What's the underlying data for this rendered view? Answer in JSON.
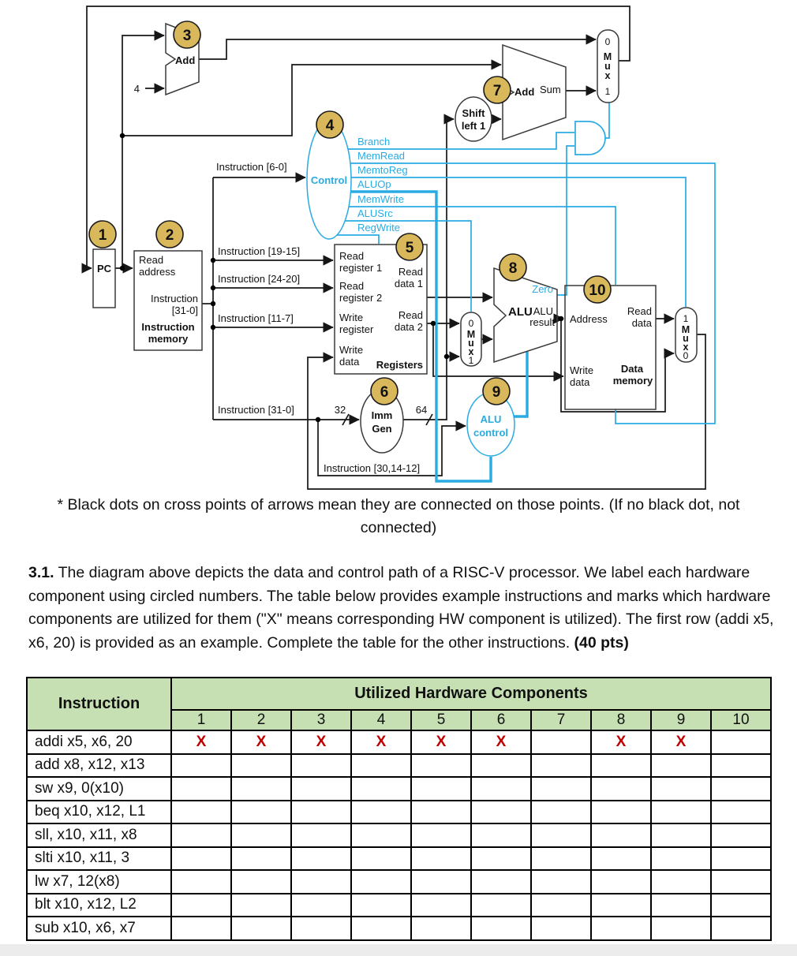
{
  "diagram": {
    "badges": [
      "1",
      "2",
      "3",
      "4",
      "5",
      "6",
      "7",
      "8",
      "9",
      "10"
    ],
    "signals": [
      "Branch",
      "MemRead",
      "MemtoReg",
      "ALUOp",
      "MemWrite",
      "ALUSrc",
      "RegWrite"
    ],
    "mux_top": [
      "0",
      "M",
      "u",
      "x",
      "1"
    ],
    "mux_mid": [
      "0",
      "M",
      "u",
      "x",
      "1"
    ],
    "mux_right": [
      "1",
      "M",
      "u",
      "x",
      "0"
    ],
    "labels": {
      "pc": "PC",
      "add": "Add",
      "four": "4",
      "add2": "Add",
      "sum": "Sum",
      "shift1": "Shift",
      "shift2": "left 1",
      "control": "Control",
      "imem_read": "Read",
      "imem_address": "address",
      "imem_instr": "Instruction",
      "imem_bits": "[31-0]",
      "imem_name1": "Instruction",
      "imem_name2": "memory",
      "reg_rr1a": "Read",
      "reg_rr1b": "register 1",
      "reg_rd1a": "Read",
      "reg_rd1b": "data 1",
      "reg_rr2a": "Read",
      "reg_rr2b": "register 2",
      "reg_wra": "Write",
      "reg_wrb": "register",
      "reg_rd2a": "Read",
      "reg_rd2b": "data 2",
      "reg_wda": "Write",
      "reg_wdb": "data",
      "reg_name": "Registers",
      "imm1": "Imm",
      "imm2": "Gen",
      "w32": "32",
      "w64": "64",
      "alu_big": "ALU",
      "zero": "Zero",
      "alu_res1": "ALU",
      "alu_res2": "result",
      "aluctl1": "ALU",
      "aluctl2": "control",
      "dm_addr": "Address",
      "dm_rd1": "Read",
      "dm_rd2": "data",
      "dm_wd1": "Write",
      "dm_wd2": "data",
      "dm_name1": "Data",
      "dm_name2": "memory",
      "bus60": "Instruction [6-0]",
      "bus1915": "Instruction [19-15]",
      "bus2420": "Instruction [24-20]",
      "bus117": "Instruction [11-7]",
      "bus310": "Instruction [31-0]",
      "bus301412": "Instruction [30,14-12]"
    },
    "colors": {
      "control_signal": "#29abe2",
      "badge_fill": "#d9b85c"
    }
  },
  "note": {
    "text": "* Black dots on cross points of arrows mean they are connected on those points. (If no black dot, not connected)"
  },
  "question": {
    "number": "3.1.",
    "body": "The diagram above depicts the data and control path of a RISC-V processor. We label each hardware component using circled numbers. The table below provides example instructions and marks which hardware components are utilized for them (\"X\" means corresponding HW component is utilized). The first row (addi x5, x6, 20) is provided as an example. Complete the table for the other instructions.",
    "points": "(40 pts)"
  },
  "table": {
    "header": {
      "instruction": "Instruction",
      "group": "Utilized Hardware Components",
      "columns": [
        "1",
        "2",
        "3",
        "4",
        "5",
        "6",
        "7",
        "8",
        "9",
        "10"
      ]
    },
    "mark_color": "#c00000",
    "header_bg": "#c6e0b4",
    "rows": [
      {
        "instruction": "addi x5, x6, 20",
        "marks": [
          "X",
          "X",
          "X",
          "X",
          "X",
          "X",
          "",
          "X",
          "X",
          ""
        ]
      },
      {
        "instruction": "add x8, x12, x13",
        "marks": [
          "",
          "",
          "",
          "",
          "",
          "",
          "",
          "",
          "",
          ""
        ]
      },
      {
        "instruction": "sw x9, 0(x10)",
        "marks": [
          "",
          "",
          "",
          "",
          "",
          "",
          "",
          "",
          "",
          ""
        ]
      },
      {
        "instruction": "beq x10, x12, L1",
        "marks": [
          "",
          "",
          "",
          "",
          "",
          "",
          "",
          "",
          "",
          ""
        ]
      },
      {
        "instruction": "sll, x10, x11, x8",
        "marks": [
          "",
          "",
          "",
          "",
          "",
          "",
          "",
          "",
          "",
          ""
        ]
      },
      {
        "instruction": "slti x10, x11, 3",
        "marks": [
          "",
          "",
          "",
          "",
          "",
          "",
          "",
          "",
          "",
          ""
        ]
      },
      {
        "instruction": "lw x7, 12(x8)",
        "marks": [
          "",
          "",
          "",
          "",
          "",
          "",
          "",
          "",
          "",
          ""
        ]
      },
      {
        "instruction": "blt x10, x12, L2",
        "marks": [
          "",
          "",
          "",
          "",
          "",
          "",
          "",
          "",
          "",
          ""
        ]
      },
      {
        "instruction": "sub x10, x6, x7",
        "marks": [
          "",
          "",
          "",
          "",
          "",
          "",
          "",
          "",
          "",
          ""
        ]
      }
    ]
  }
}
